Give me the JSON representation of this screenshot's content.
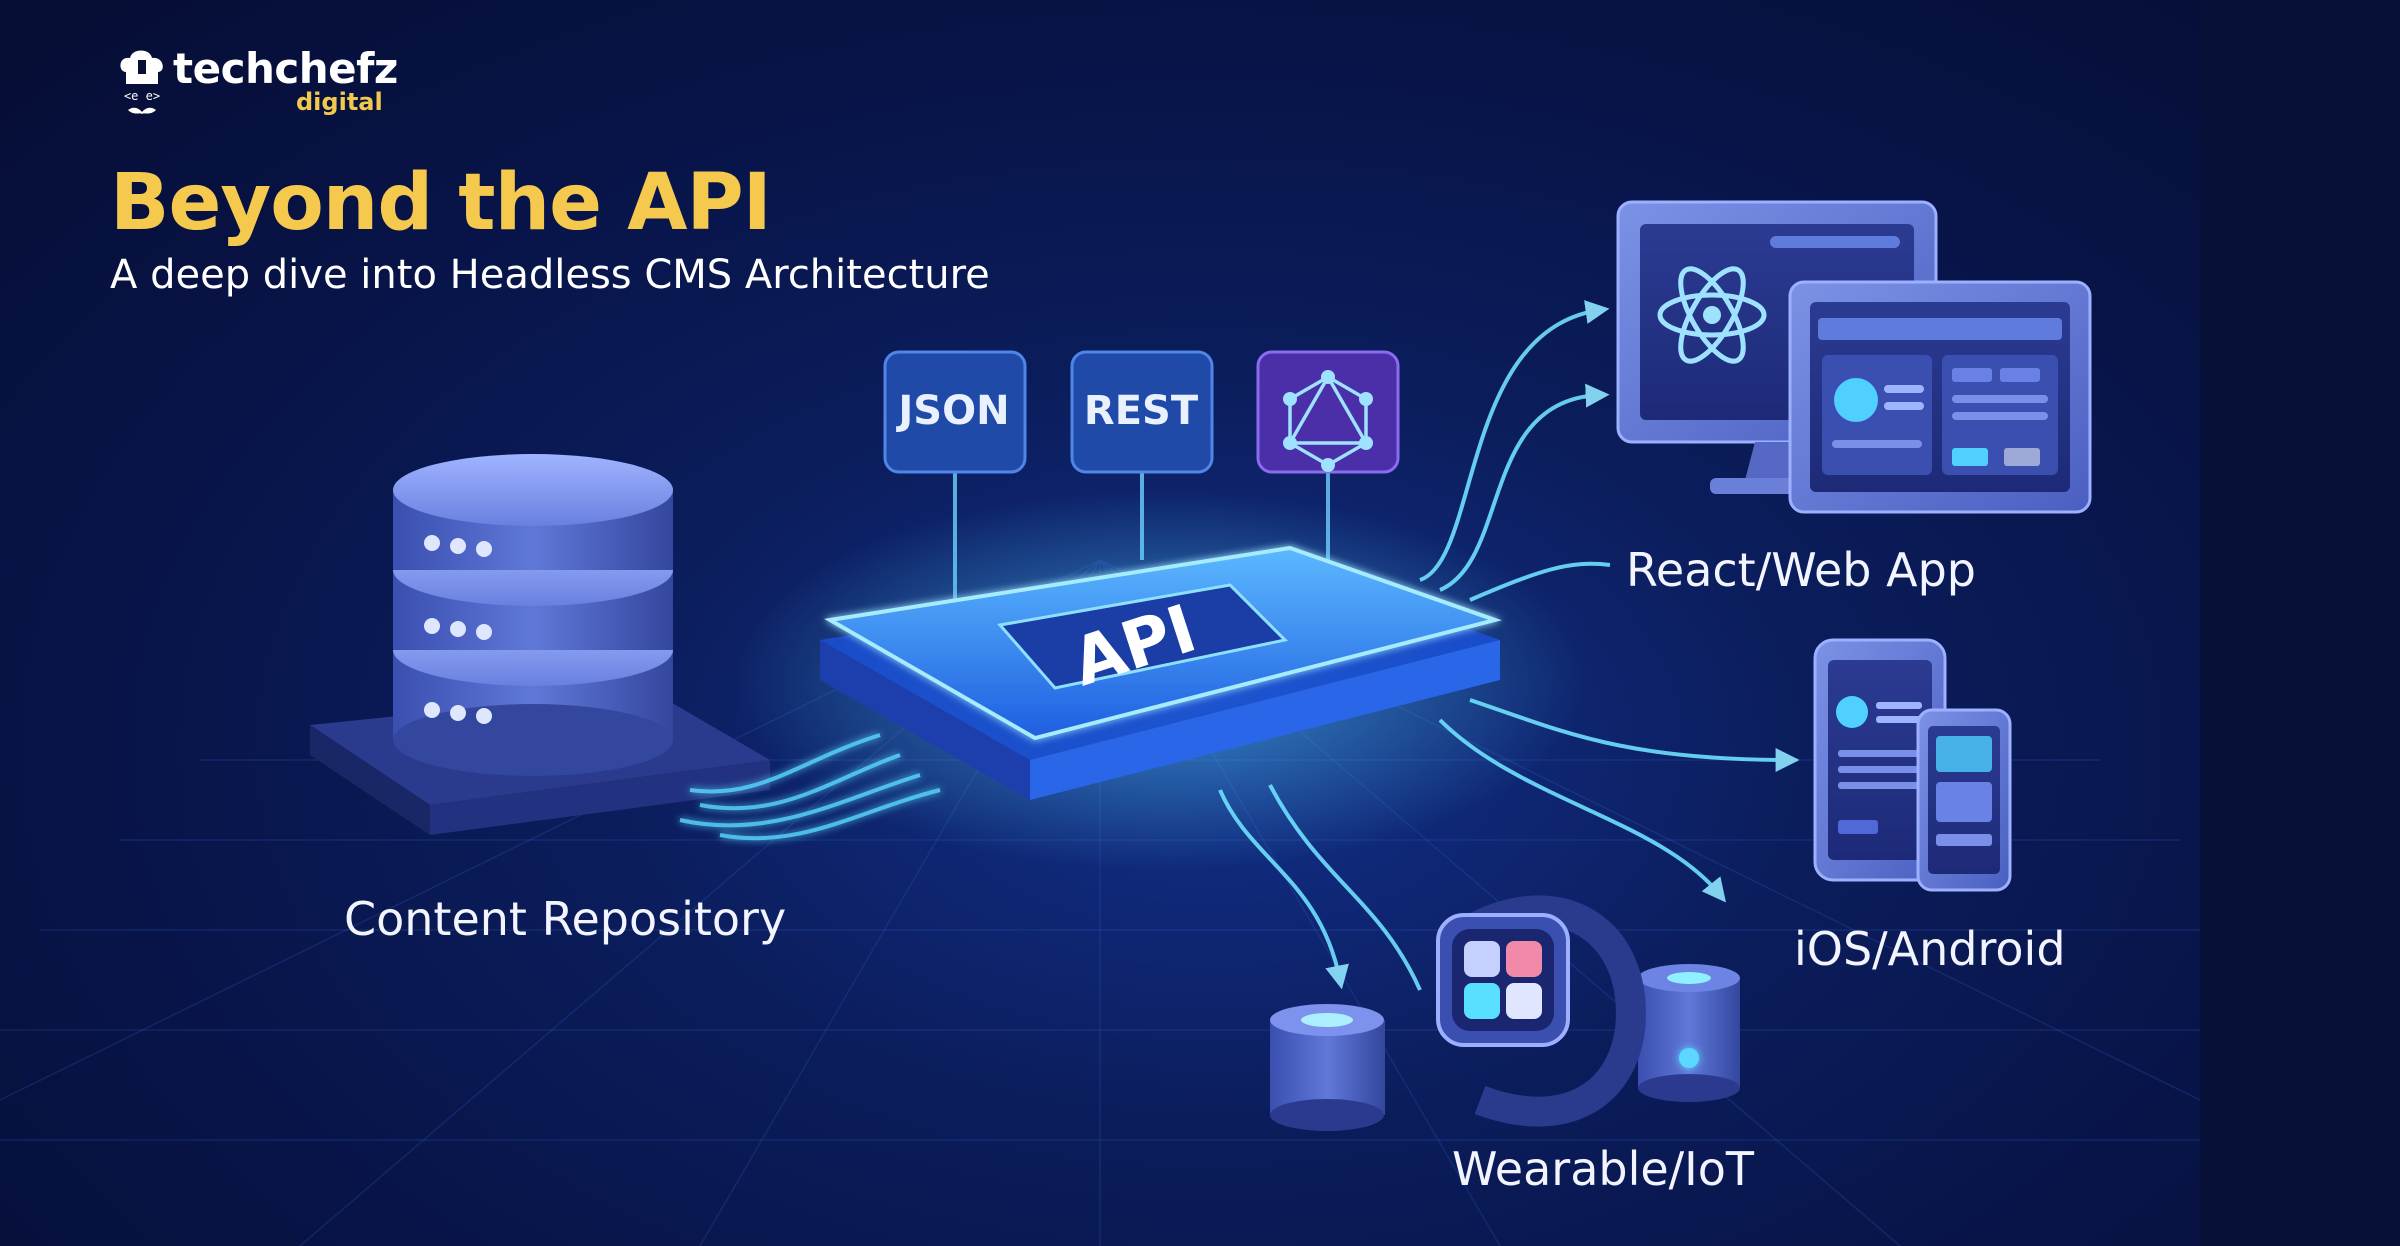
{
  "brand": {
    "name": "techchefz",
    "sub": "digital"
  },
  "header": {
    "title": "Beyond the API",
    "subtitle": "A deep dive into Headless CMS Architecture"
  },
  "badges": {
    "json": "JSON",
    "rest": "REST",
    "graphql_icon": "graphql-icon"
  },
  "hub": {
    "label": "API"
  },
  "labels": {
    "repository": "Content Repository",
    "web": "React/Web App",
    "mobile": "iOS/Android",
    "iot": "Wearable/IoT"
  },
  "icons": {
    "database": "database-icon",
    "react": "react-icon",
    "monitor": "monitor-icon",
    "tablet": "tablet-icon",
    "phone": "phone-icon",
    "watch": "smartwatch-icon",
    "speaker": "smart-speaker-icon"
  },
  "colors": {
    "background": "#0b1d5c",
    "accent_yellow": "#f5c94e",
    "glow_cyan": "#5ad8ff",
    "device_blue": "#4f68c8"
  }
}
